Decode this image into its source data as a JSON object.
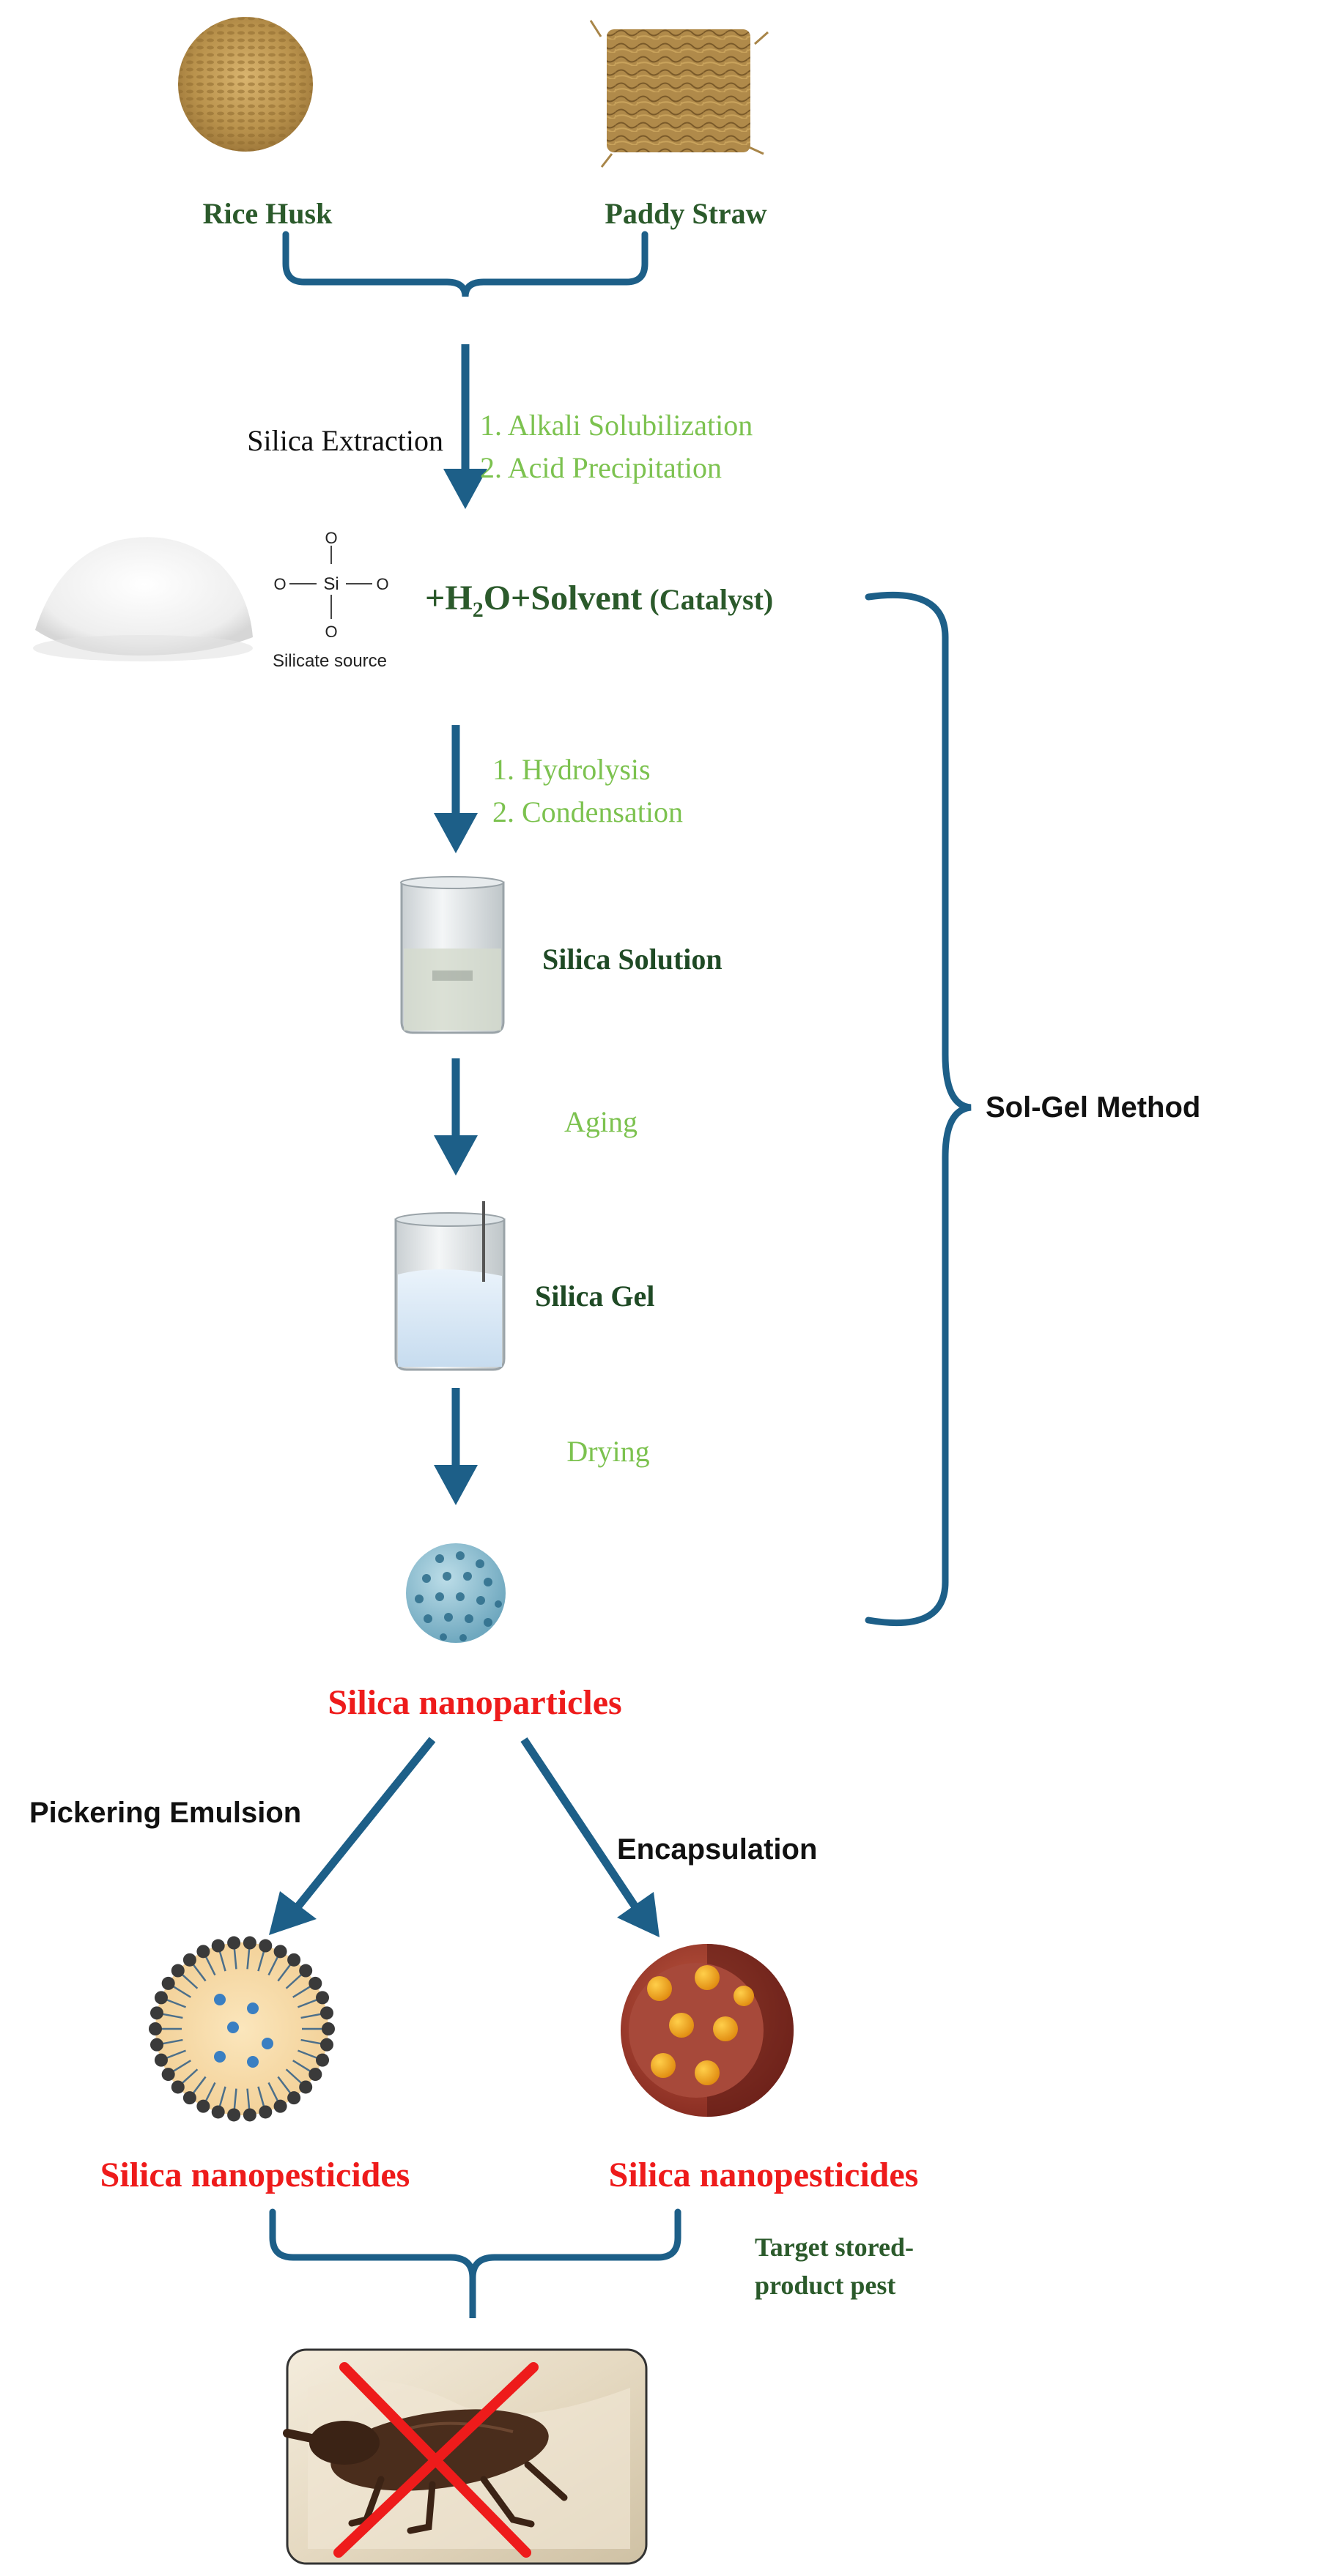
{
  "sources": {
    "rice_husk": "Rice Husk",
    "paddy_straw": "Paddy Straw"
  },
  "extraction": {
    "label": "Silica Extraction",
    "steps": [
      "1.  Alkali Solubilization",
      "2.  Acid Precipitation"
    ]
  },
  "silicate": {
    "structure_center": "Si",
    "structure_oxygen": "O",
    "caption": "Silicate source",
    "reagents_prefix": "+H",
    "reagents_sub": "2",
    "reagents_mid": "O+Solvent",
    "reagents_catalyst": "(Catalyst)"
  },
  "solgel": {
    "steps": [
      "1.  Hydrolysis",
      "2.  Condensation"
    ],
    "solution_label": "Silica Solution",
    "aging_label": "Aging",
    "gel_label": "Silica Gel",
    "drying_label": "Drying",
    "method_label": "Sol-Gel Method"
  },
  "nanoparticles_label": "Silica nanoparticles",
  "branches": {
    "left_label": "Pickering Emulsion",
    "right_label": "Encapsulation",
    "left_product": "Silica nanopesticides",
    "right_product": "Silica nanopesticides"
  },
  "target": {
    "line1": "Target stored-",
    "line2": "product pest"
  },
  "colors": {
    "arrow": "#1d5f88",
    "dark_green": "#2b5a2b",
    "light_green": "#7cc24f",
    "red": "#ee1b1b"
  }
}
